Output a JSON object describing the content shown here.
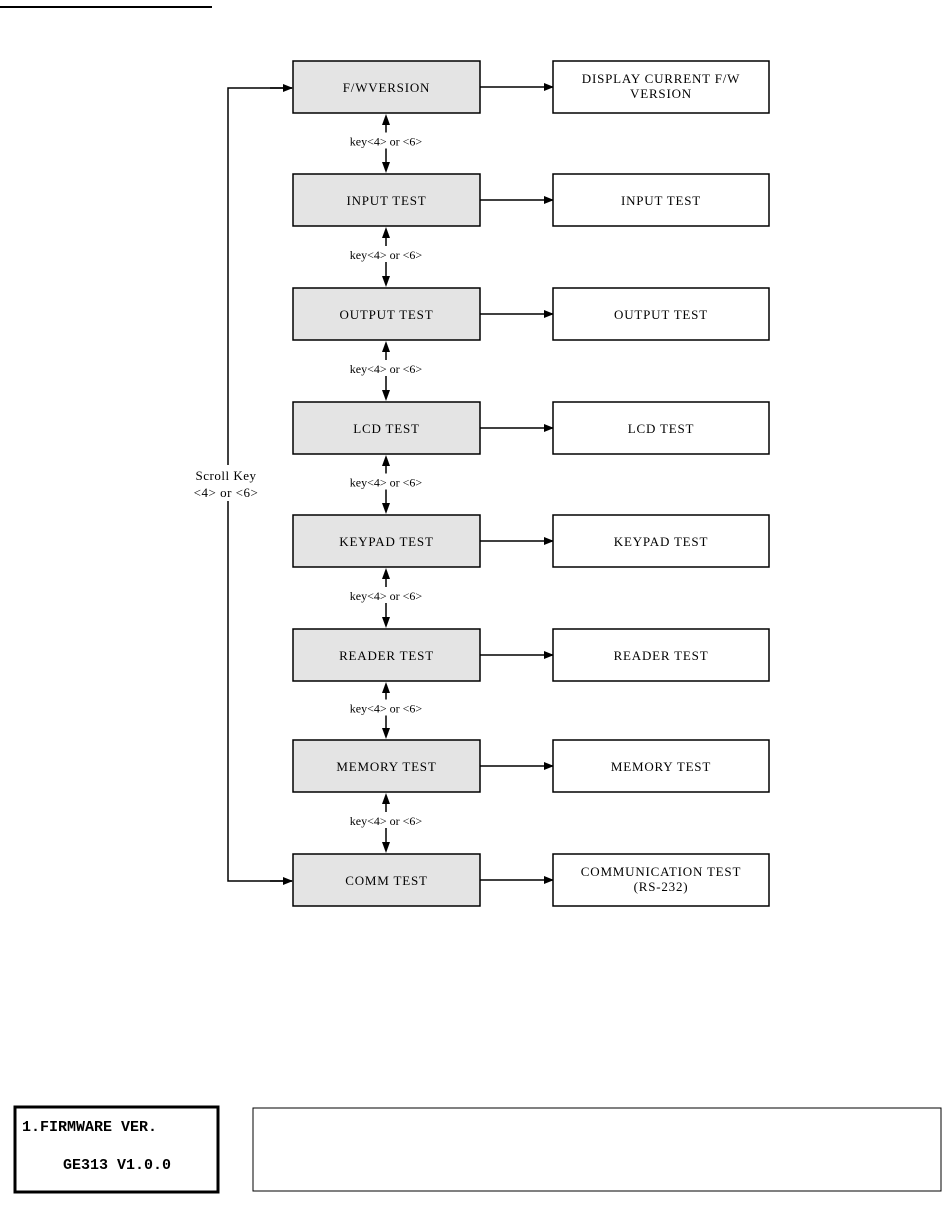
{
  "left_column": [
    {
      "label": "F/WVERSION"
    },
    {
      "label": "INPUT  TEST"
    },
    {
      "label": "OUTPUT  TEST"
    },
    {
      "label": "LCD TEST"
    },
    {
      "label": "KEYPAD TEST"
    },
    {
      "label": "READER TEST"
    },
    {
      "label": "MEMORY  TEST"
    },
    {
      "label": "COMM TEST"
    }
  ],
  "right_column": [
    {
      "lines": [
        "DISPLAY CURRENT F/W",
        "VERSION"
      ]
    },
    {
      "lines": [
        "INPUT  TEST"
      ]
    },
    {
      "lines": [
        "OUTPUT  TEST"
      ]
    },
    {
      "lines": [
        "LCD TEST"
      ]
    },
    {
      "lines": [
        "KEYPAD TEST"
      ]
    },
    {
      "lines": [
        "READER TEST"
      ]
    },
    {
      "lines": [
        "MEMORY  TEST"
      ]
    },
    {
      "lines": [
        "COMMUNICATION  TEST",
        "(RS-232)"
      ]
    }
  ],
  "between_label": "key<4>  or  <6>",
  "scroll_label": [
    "Scroll Key",
    "<4>  or  <6>"
  ],
  "lcd": {
    "line1": "1.FIRMWARE VER.",
    "line2": "GE313 V1.0.0"
  },
  "colors": {
    "left_fill": "#e4e4e4",
    "right_fill": "#ffffff",
    "stroke": "#000000"
  }
}
